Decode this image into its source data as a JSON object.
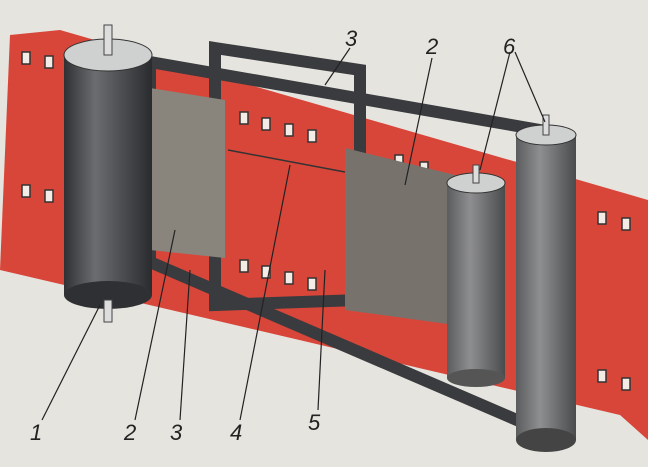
{
  "labels": {
    "l1": "1",
    "l2a": "2",
    "l3a": "3",
    "l4": "4",
    "l5": "5",
    "l2b": "2",
    "l3b": "3",
    "l6": "6"
  },
  "colors": {
    "film": "#d8463a",
    "roller": "#4a4c50",
    "frame": "#3c3d40",
    "sheet": "#8a857c"
  }
}
